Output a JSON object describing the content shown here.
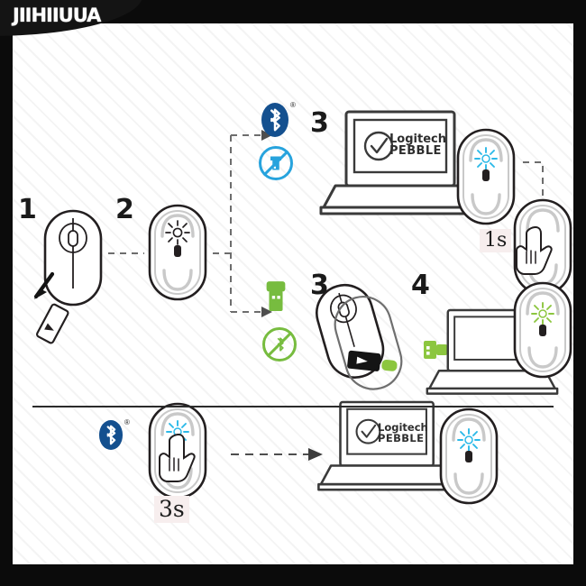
{
  "watermark": {
    "brand": "JIIHIIUUA"
  },
  "diagram": {
    "title_hidden": "",
    "steps": [
      {
        "id": "step-1",
        "number": "1",
        "caption": "pull battery tab from mouse"
      },
      {
        "id": "step-2",
        "number": "2",
        "caption": "mouse underside with status LED"
      },
      {
        "id": "step-3-bluetooth",
        "number": "3",
        "caption": "laptop detects mouse over Bluetooth"
      },
      {
        "id": "step-3-receiver",
        "number": "3",
        "caption": "remove USB receiver from mouse"
      },
      {
        "id": "step-4-receiver",
        "number": "4",
        "caption": "plug USB receiver into laptop"
      }
    ],
    "branches": {
      "bluetooth": {
        "icon_label": "bluetooth-icon",
        "registered_mark": "®",
        "excluded_icon_label": "no-usb-receiver-icon",
        "accent_color": "#14508f",
        "secondary_color": "#27a3dd"
      },
      "receiver": {
        "icon_label": "usb-receiver-icon",
        "excluded_icon_label": "no-bluetooth-icon",
        "accent_color": "#77bc3f"
      }
    },
    "laptop_screen": {
      "check_icon": "check-circle-icon",
      "brand_line1": "Logitech",
      "brand_line2": "PEBBLE"
    },
    "right_column": {
      "led_blue_label": "blue-blinking-led",
      "press_duration": "1s",
      "press_icon": "hand-press-icon",
      "led_green_label": "green-blinking-led"
    },
    "bottom_section": {
      "bluetooth_icon": "bluetooth-icon",
      "registered_mark": "®",
      "press_duration": "3s",
      "press_icon": "hand-press-icon",
      "arrow": "arrow-right-icon",
      "result_laptop": "laptop-paired",
      "result_mouse_led": "blue-blinking-led"
    },
    "colors": {
      "bluetooth_blue": "#14508f",
      "light_blue": "#27a3dd",
      "green": "#77bc3f",
      "outline": "#231f20",
      "led_blue": "#2ab9e8",
      "led_green": "#8cc63f"
    }
  }
}
